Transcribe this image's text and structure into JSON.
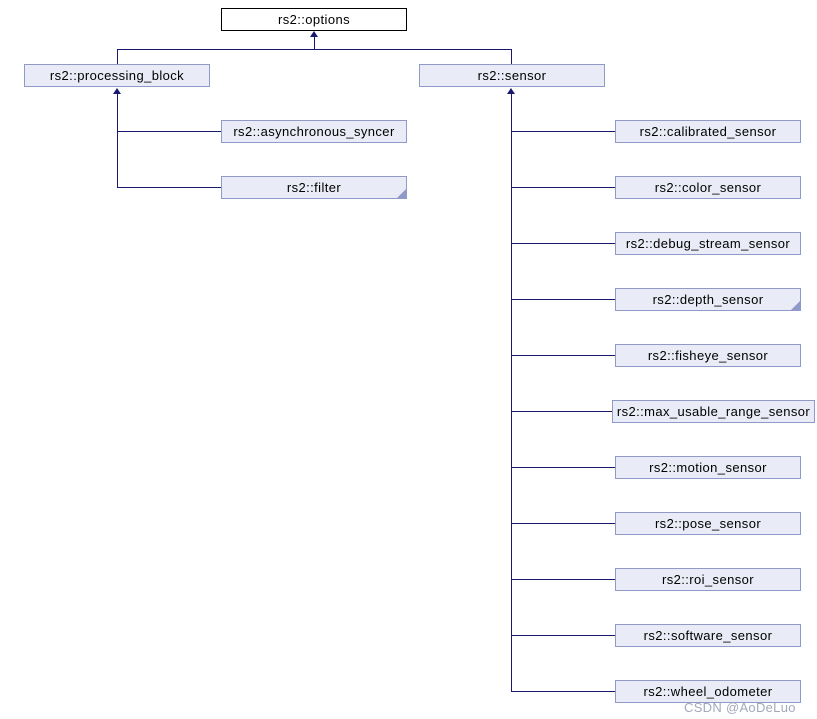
{
  "diagram": {
    "type": "class-inheritance-graph",
    "watermark": "CSDN @AoDeLuo",
    "colors": {
      "edge": "#191970",
      "node_fill": "#e9ecf6",
      "node_border": "#8f9ac8",
      "root_fill": "#ffffff",
      "root_border": "#000000",
      "text": "#000000",
      "watermark": "#9ea4b8"
    },
    "nodes": [
      {
        "id": "options",
        "label": "rs2::options",
        "root": true
      },
      {
        "id": "processing_block",
        "label": "rs2::processing_block"
      },
      {
        "id": "sensor",
        "label": "rs2::sensor"
      },
      {
        "id": "asynchronous_syncer",
        "label": "rs2::asynchronous_syncer"
      },
      {
        "id": "filter",
        "label": "rs2::filter",
        "truncated": true
      },
      {
        "id": "calibrated_sensor",
        "label": "rs2::calibrated_sensor"
      },
      {
        "id": "color_sensor",
        "label": "rs2::color_sensor"
      },
      {
        "id": "debug_stream_sensor",
        "label": "rs2::debug_stream_sensor"
      },
      {
        "id": "depth_sensor",
        "label": "rs2::depth_sensor",
        "truncated": true
      },
      {
        "id": "fisheye_sensor",
        "label": "rs2::fisheye_sensor"
      },
      {
        "id": "max_usable_range_sensor",
        "label": "rs2::max_usable_range_sensor"
      },
      {
        "id": "motion_sensor",
        "label": "rs2::motion_sensor"
      },
      {
        "id": "pose_sensor",
        "label": "rs2::pose_sensor"
      },
      {
        "id": "roi_sensor",
        "label": "rs2::roi_sensor"
      },
      {
        "id": "software_sensor",
        "label": "rs2::software_sensor"
      },
      {
        "id": "wheel_odometer",
        "label": "rs2::wheel_odometer"
      }
    ],
    "edges": [
      {
        "from": "rs2::processing_block",
        "to": "rs2::options"
      },
      {
        "from": "rs2::sensor",
        "to": "rs2::options"
      },
      {
        "from": "rs2::asynchronous_syncer",
        "to": "rs2::processing_block"
      },
      {
        "from": "rs2::filter",
        "to": "rs2::processing_block"
      },
      {
        "from": "rs2::calibrated_sensor",
        "to": "rs2::sensor"
      },
      {
        "from": "rs2::color_sensor",
        "to": "rs2::sensor"
      },
      {
        "from": "rs2::debug_stream_sensor",
        "to": "rs2::sensor"
      },
      {
        "from": "rs2::depth_sensor",
        "to": "rs2::sensor"
      },
      {
        "from": "rs2::fisheye_sensor",
        "to": "rs2::sensor"
      },
      {
        "from": "rs2::max_usable_range_sensor",
        "to": "rs2::sensor"
      },
      {
        "from": "rs2::motion_sensor",
        "to": "rs2::sensor"
      },
      {
        "from": "rs2::pose_sensor",
        "to": "rs2::sensor"
      },
      {
        "from": "rs2::roi_sensor",
        "to": "rs2::sensor"
      },
      {
        "from": "rs2::software_sensor",
        "to": "rs2::sensor"
      },
      {
        "from": "rs2::wheel_odometer",
        "to": "rs2::sensor"
      }
    ]
  }
}
